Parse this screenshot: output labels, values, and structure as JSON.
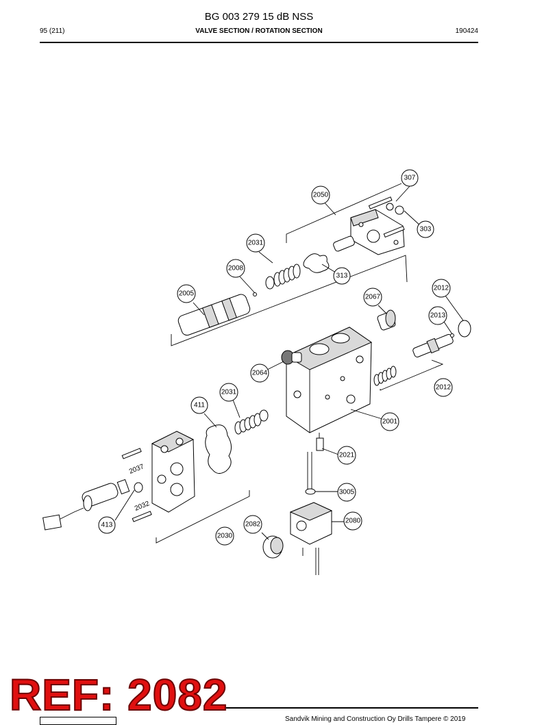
{
  "header": {
    "document_title": "BG 003 279 15 dB NSS",
    "page_number": "95 (211)",
    "section_title": "VALVE SECTION / ROTATION SECTION",
    "date_code": "190424"
  },
  "callouts": [
    {
      "id": "c307",
      "label": "307"
    },
    {
      "id": "c2050",
      "label": "2050"
    },
    {
      "id": "c303",
      "label": "303"
    },
    {
      "id": "c2031a",
      "label": "2031"
    },
    {
      "id": "c2008",
      "label": "2008"
    },
    {
      "id": "c313",
      "label": "313"
    },
    {
      "id": "c2005",
      "label": "2005"
    },
    {
      "id": "c2067",
      "label": "2067"
    },
    {
      "id": "c2012a",
      "label": "2012"
    },
    {
      "id": "c2013",
      "label": "2013"
    },
    {
      "id": "c2064",
      "label": "2064"
    },
    {
      "id": "c2012b",
      "label": "2012"
    },
    {
      "id": "c2031b",
      "label": "2031"
    },
    {
      "id": "c411",
      "label": "411"
    },
    {
      "id": "c2001",
      "label": "2001"
    },
    {
      "id": "c2021",
      "label": "2021"
    },
    {
      "id": "c3005",
      "label": "3005"
    },
    {
      "id": "c2082",
      "label": "2082"
    },
    {
      "id": "c2080",
      "label": "2080"
    },
    {
      "id": "c2030",
      "label": "2030"
    },
    {
      "id": "c413",
      "label": "413"
    }
  ],
  "rotated_labels": {
    "l2037": "2037",
    "l2032": "2032"
  },
  "stamp": {
    "text": "REF: 2082",
    "color": "#e01010"
  },
  "footer": {
    "copyright": "Sandvik Mining and Construction Oy Drills Tampere © 2019"
  }
}
